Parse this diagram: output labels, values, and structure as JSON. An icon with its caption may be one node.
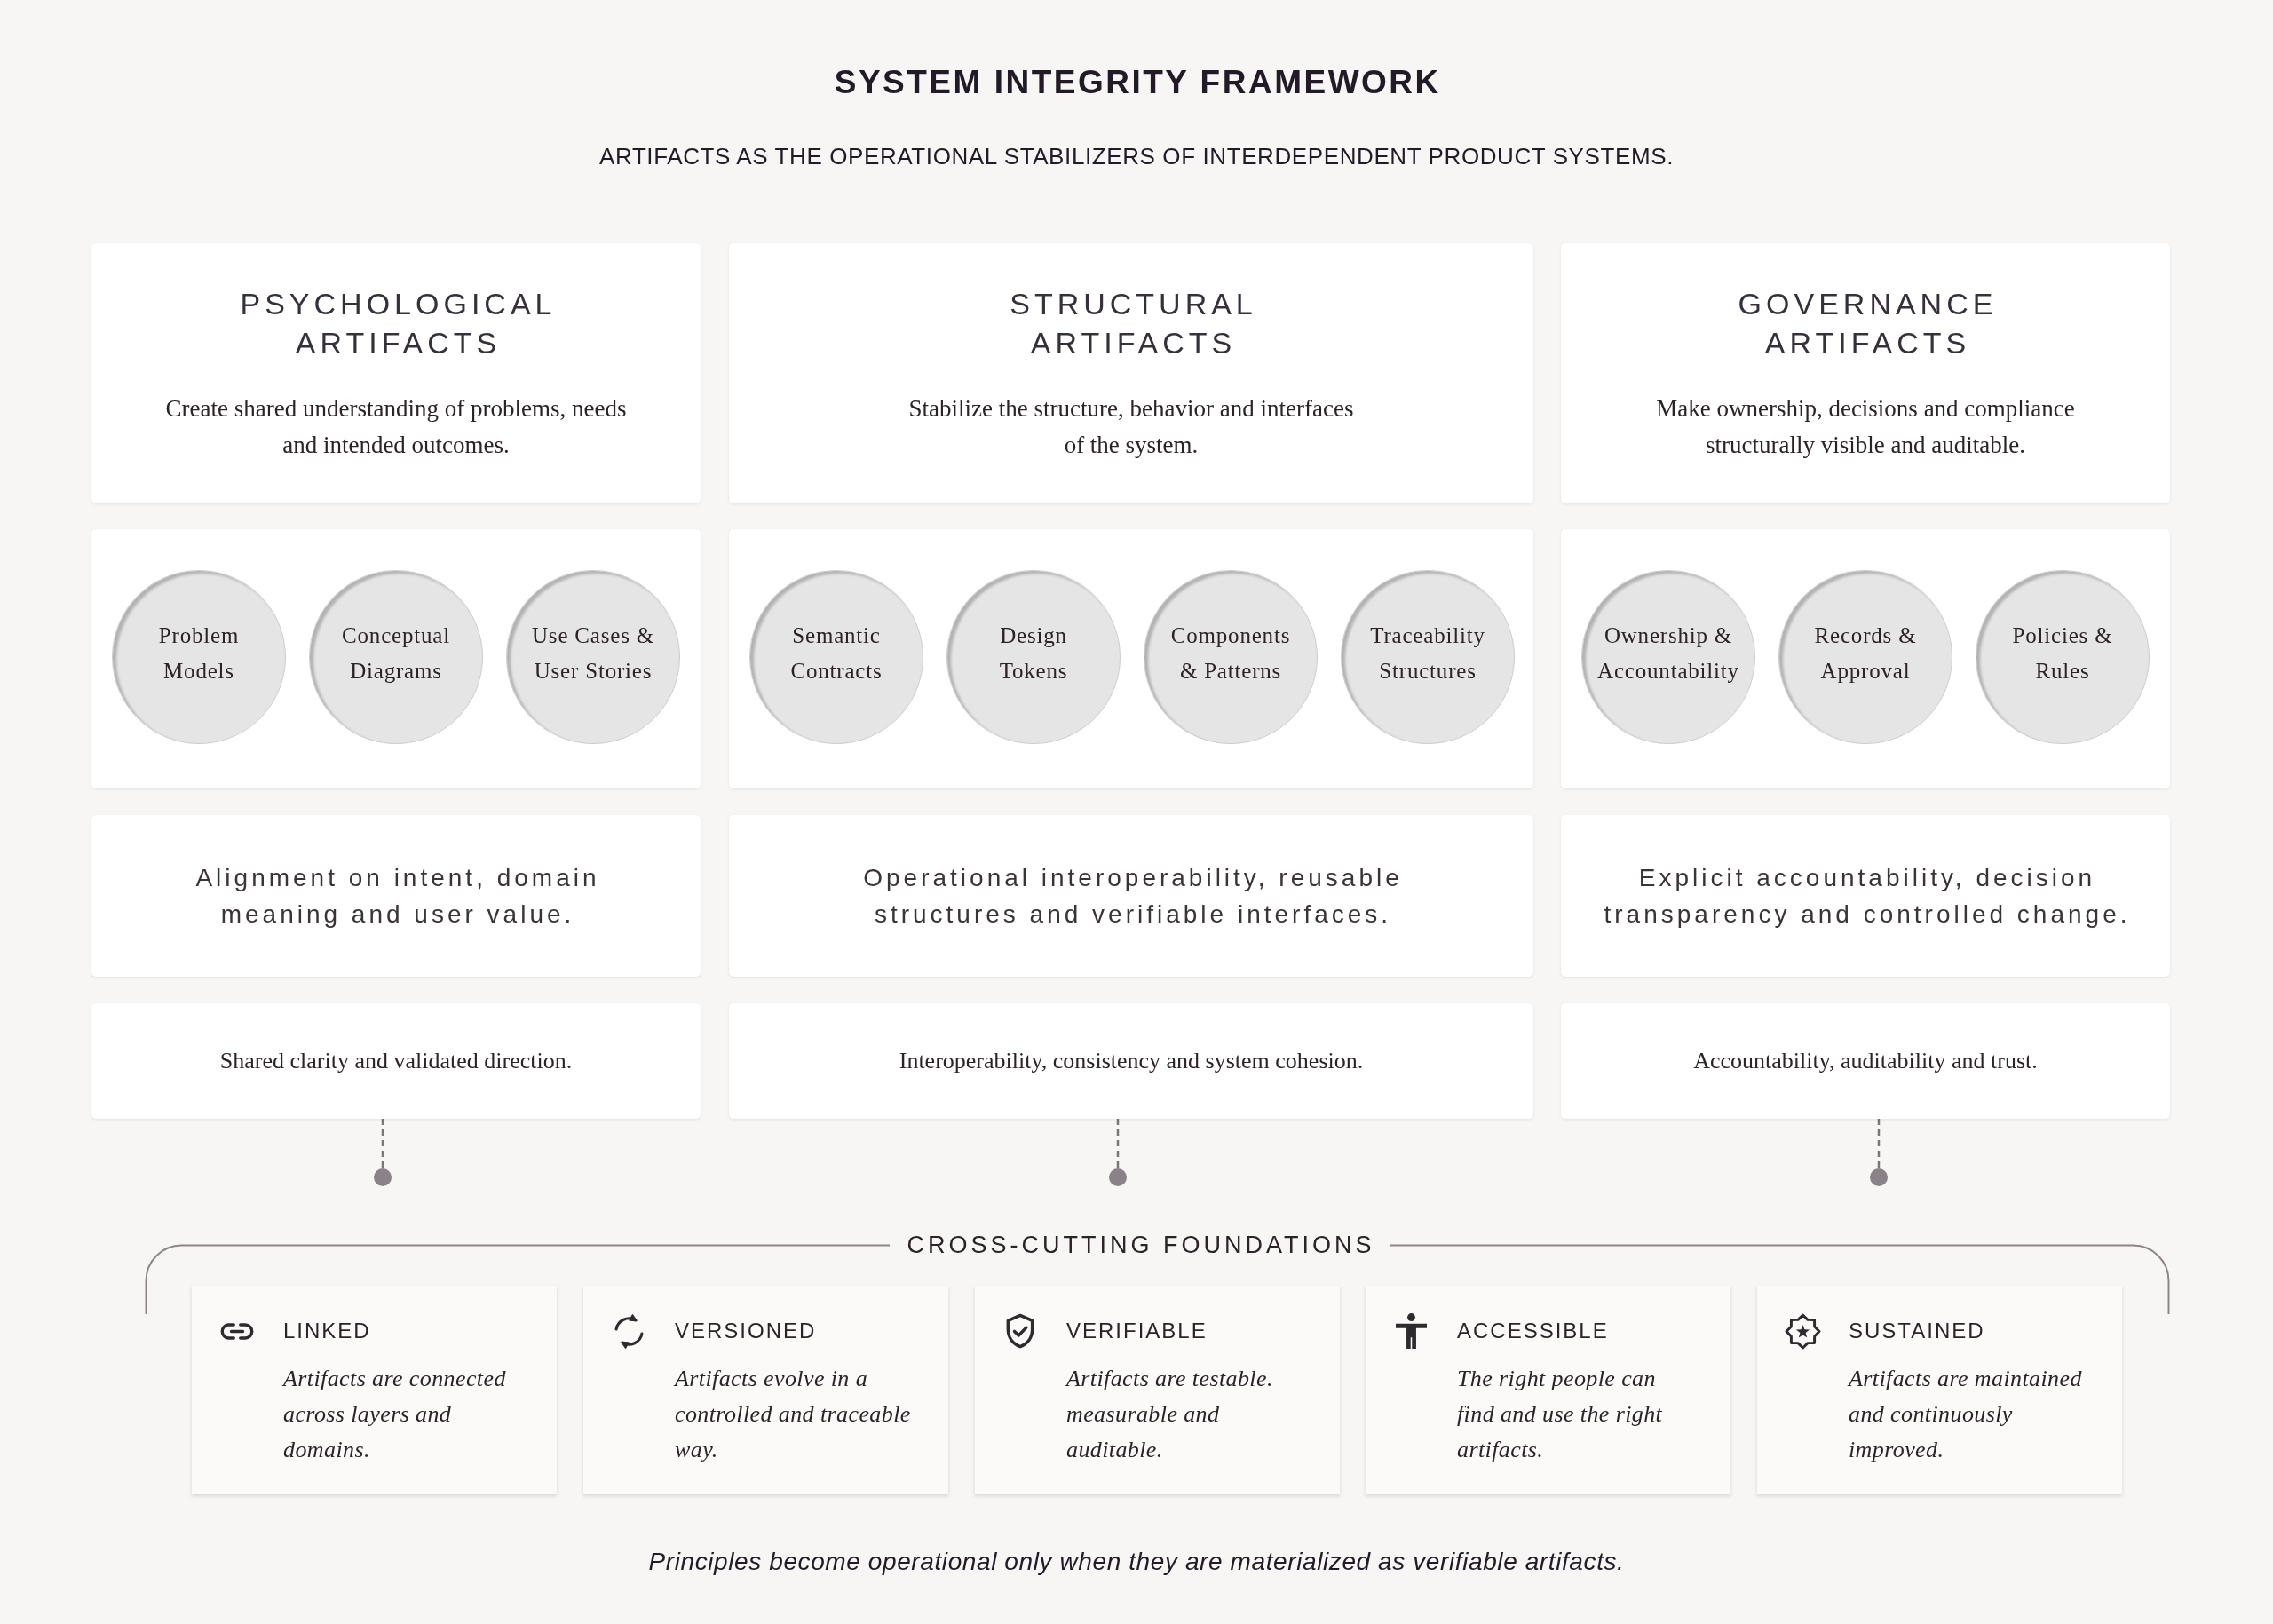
{
  "diagram": {
    "title": "SYSTEM INTEGRITY FRAMEWORK",
    "caption": "Principles become operational only when they are materialized as verifiable artifacts.",
    "nodes": [
      {
        "text": [
          "PSYCHOLOGICAL ARTIFACTS",
          "Create shared understanding of problems, needs and intended outcomes."
        ]
      },
      {
        "text": [
          "STRUCTURAL ARTIFACTS",
          "Stabilize the structure, behavior and interfaces of the system."
        ]
      },
      {
        "text": [
          "GOVERNANCE ARTIFACTS",
          "Make ownership, decisions and compliance structurally visible and auditable."
        ]
      },
      {
        "text": [],
        "shape": "box"
      },
      {
        "text": [
          "Problem Models"
        ],
        "in": 3
      },
      {
        "text": [
          "Conceptual Diagrams"
        ],
        "in": 3
      },
      {
        "text": [
          "Use Cases & User Stories"
        ],
        "in": 3
      },
      {
        "text": [],
        "shape": "box"
      },
      {
        "text": [
          "Semantic Contracts"
        ],
        "in": 7
      },
      {
        "text": [
          "Design Tokens"
        ],
        "in": 7
      },
      {
        "text": [
          "Components & Patterns"
        ],
        "in": 7
      },
      {
        "text": [
          "Traceability Structures"
        ],
        "in": 7
      },
      {
        "text": [],
        "shape": "box"
      },
      {
        "text": [
          "Ownership & Accountability"
        ],
        "in": 12
      },
      {
        "text": [
          "Records & Approval"
        ],
        "in": 12
      },
      {
        "text": [
          "Policies & Rules"
        ],
        "in": 12
      },
      {
        "text": [
          "Alignment on intent, domain meaning and user value."
        ]
      },
      {
        "text": [
          "Operational interoperability, reusable structures and verifiable interfaces."
        ]
      },
      {
        "text": [
          "Explicit accountability, decision transparency and controlled change."
        ]
      },
      {
        "text": [
          "Shared clarity and validated direction."
        ]
      },
      {
        "text": [
          "Interoperability, consistency and system cohesion."
        ]
      },
      {
        "text": [
          "Accountability, auditability and trust."
        ]
      },
      {
        "text": [],
        "shape": "circle"
      },
      {
        "text": [],
        "shape": "circle"
      },
      {
        "text": [],
        "shape": "circle"
      },
      {
        "text": [
          "CROSS-CUTTING FOUNDATIONS"
        ]
      },
      {
        "text": [
          "LINKED",
          "Artifacts are connected across layers and domains."
        ]
      },
      {
        "text": [
          "VERSIONED",
          "Artifacts evolve in a controlled and traceable way."
        ]
      },
      {
        "text": [
          "VERIFIABLE",
          "Artifacts are testable. measurable and auditable."
        ]
      },
      {
        "text": [
          "ACCESSIBLE",
          "The right people can find and use the right artifacts."
        ]
      },
      {
        "text": [
          "SUSTAINED",
          "Artifacts are maintained and continuously improved."
        ]
      }
    ],
    "edges": [
      {
        "from": 19,
        "to": 22,
        "arrow": "none",
        "style": "dashed"
      },
      {
        "from": 20,
        "to": 23,
        "arrow": "none",
        "style": "dashed"
      },
      {
        "from": 21,
        "to": 24,
        "arrow": "none",
        "style": "dashed"
      }
    ],
    "labels": [
      "ARTIFACTS AS THE OPERATIONAL STABILIZERS OF INTERDEPENDENT PRODUCT SYSTEMS."
    ]
  }
}
